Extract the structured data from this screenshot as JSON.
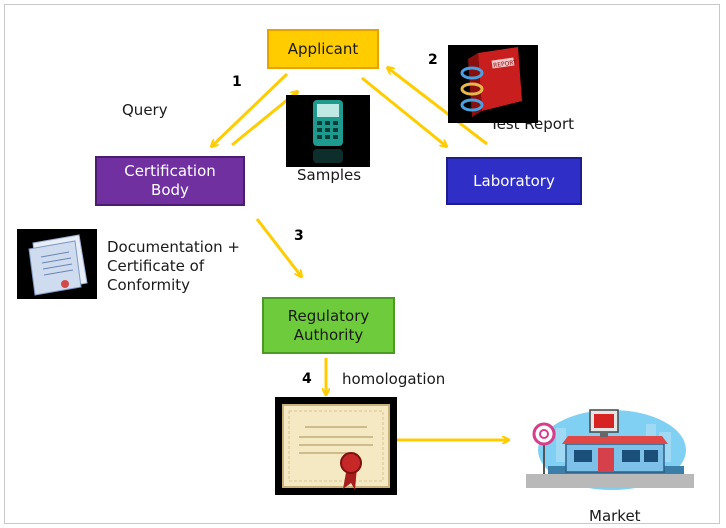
{
  "nodes": {
    "applicant": "Applicant",
    "certification_body": [
      "Certification",
      "Body"
    ],
    "laboratory": "Laboratory",
    "regulatory_authority": [
      "Regulatory",
      "Authority"
    ]
  },
  "labels": {
    "query": "Query",
    "samples": "Samples",
    "test_report": "Test Report",
    "documentation": [
      "Documentation +",
      "Certificate of",
      "Conformity"
    ],
    "homologation": "homologation",
    "market": "Market"
  },
  "step_numbers": [
    "1",
    "2",
    "3",
    "4"
  ],
  "icons": [
    "phone-icon",
    "report-book-icon",
    "document-icon",
    "certificate-icon",
    "market-building-icon"
  ],
  "colors": {
    "arrow": "#ffcc00",
    "applicant": "#ffcc00",
    "certification_body": "#7030a0",
    "laboratory": "#2f2fc8",
    "regulatory_authority": "#6ecc3c"
  }
}
